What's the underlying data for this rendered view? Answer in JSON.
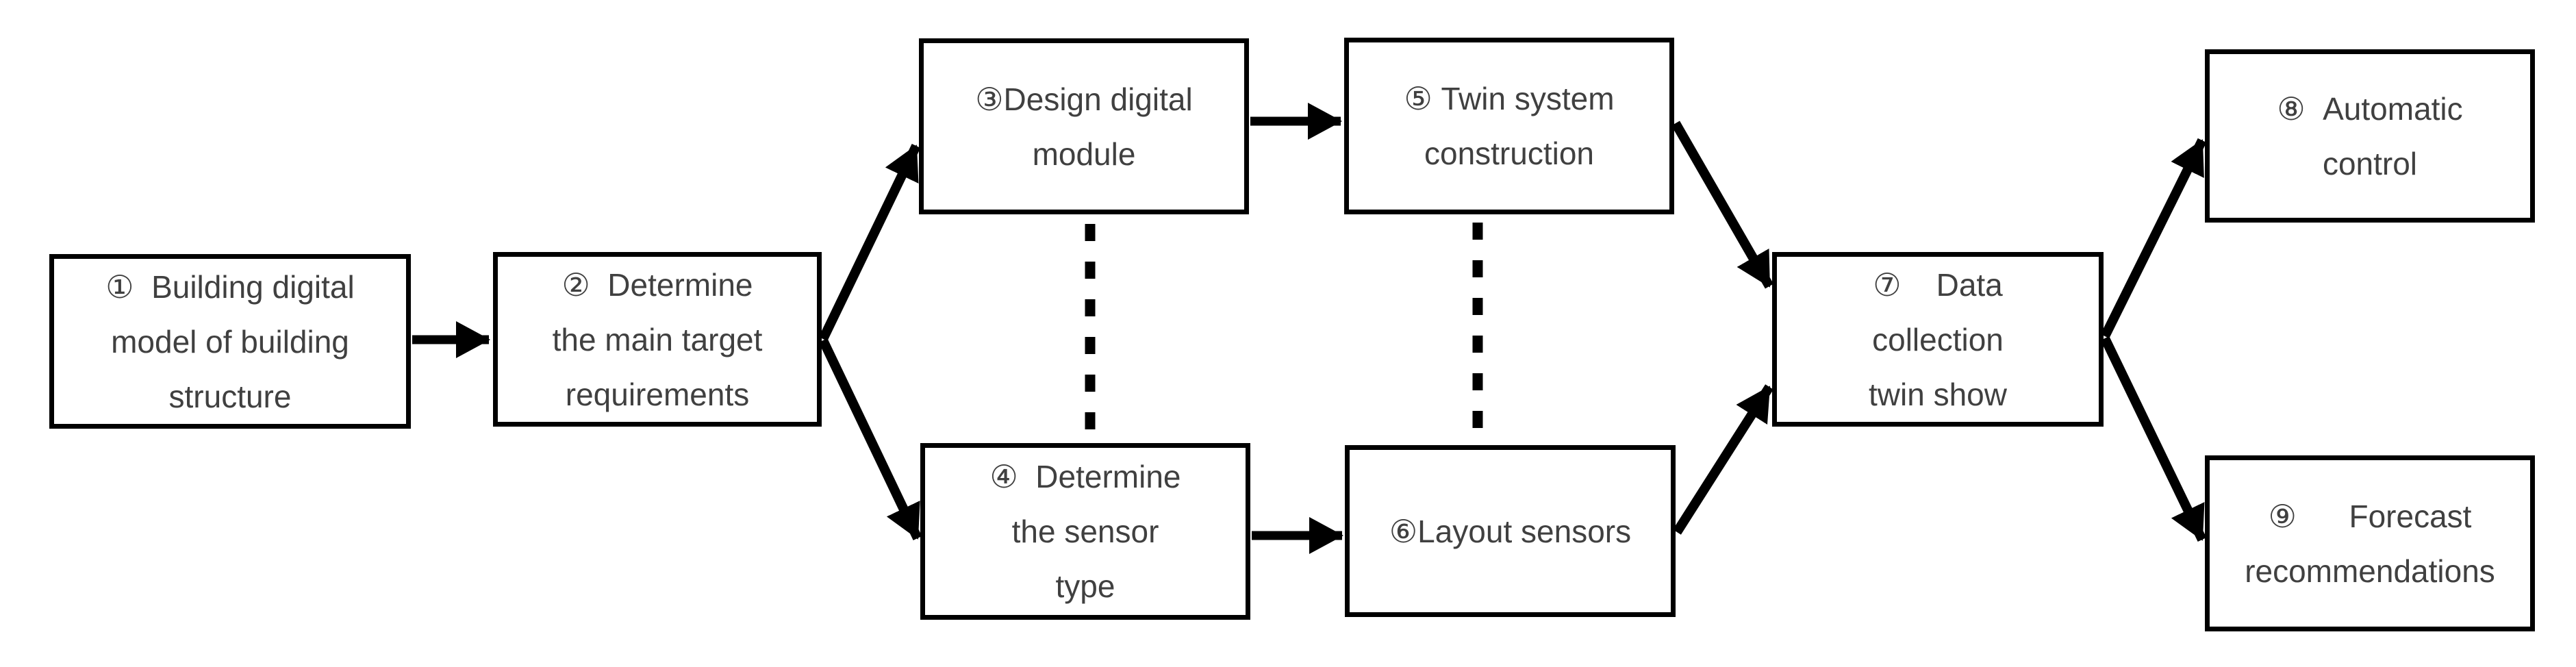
{
  "diagram": {
    "background_color": "#ffffff",
    "box_fill_color": "#ffffff",
    "box_border_color": "#000000",
    "text_color": "#404040",
    "line_color": "#000000",
    "nodes": [
      {
        "id": "1",
        "label": "①  Building digital\nmodel of building\nstructure"
      },
      {
        "id": "2",
        "label": "②  Determine\nthe main target\nrequirements"
      },
      {
        "id": "3",
        "label": "③Design digital\nmodule"
      },
      {
        "id": "4",
        "label": "④  Determine\nthe sensor\ntype"
      },
      {
        "id": "5",
        "label": "⑤ Twin system\nconstruction"
      },
      {
        "id": "6",
        "label": "⑥Layout sensors"
      },
      {
        "id": "7",
        "label": "⑦    Data\ncollection\ntwin show"
      },
      {
        "id": "8",
        "label": "⑧  Automatic\ncontrol"
      },
      {
        "id": "9",
        "label": "⑨      Forecast\nrecommendations"
      }
    ],
    "edges": [
      {
        "from": "1",
        "to": "2",
        "style": "solid-arrow"
      },
      {
        "from": "2",
        "to": "3",
        "style": "solid-arrow"
      },
      {
        "from": "2",
        "to": "4",
        "style": "solid-arrow"
      },
      {
        "from": "3",
        "to": "5",
        "style": "solid-arrow"
      },
      {
        "from": "4",
        "to": "6",
        "style": "solid-arrow"
      },
      {
        "from": "5",
        "to": "7",
        "style": "solid-arrow"
      },
      {
        "from": "6",
        "to": "7",
        "style": "solid-arrow"
      },
      {
        "from": "7",
        "to": "8",
        "style": "solid-arrow"
      },
      {
        "from": "7",
        "to": "9",
        "style": "solid-arrow"
      },
      {
        "from": "3",
        "to": "4",
        "style": "dashed"
      },
      {
        "from": "5",
        "to": "6",
        "style": "dashed"
      }
    ]
  }
}
